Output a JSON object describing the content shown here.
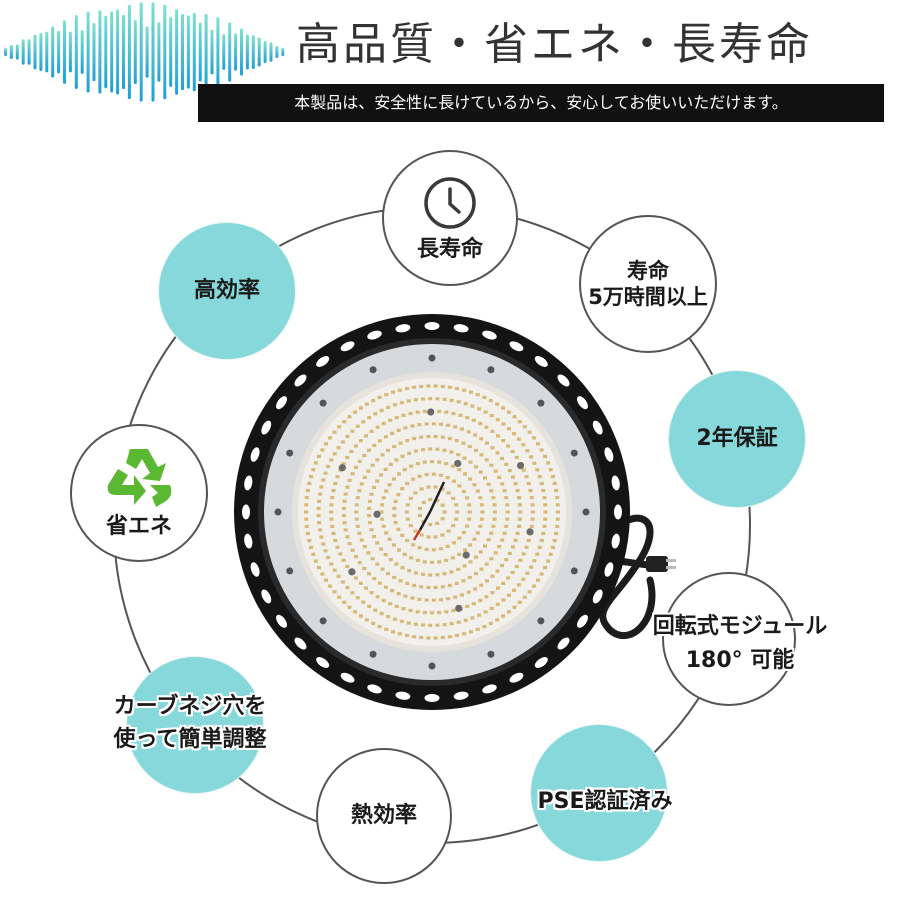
{
  "header": {
    "title": "高品質・省エネ・長寿命",
    "subtitle": "本製品は、安全性に長けているから、安心してお使いいただけます。"
  },
  "features": {
    "long_life": "長寿命",
    "lifespan_line1": "寿命",
    "lifespan_line2": "5万時間以上",
    "high_efficiency": "高効率",
    "warranty": "2年保証",
    "energy_saving": "省エネ",
    "rotating_line1": "回転式モジュール",
    "rotating_line2": "180° 可能",
    "curve_screw_line1": "カーブネジ穴を",
    "curve_screw_line2": "使って簡単調整",
    "thermal_efficiency": "熱効率",
    "pse": "PSE認証済み"
  },
  "colors": {
    "teal_bubble": "#86d8da",
    "wave_gradient_start": "#7ee0d0",
    "wave_gradient_end": "#1f9fd4",
    "subtitle_bar": "#111111"
  },
  "icons": {
    "clock": "clock-icon",
    "recycle": "recycle-icon"
  }
}
